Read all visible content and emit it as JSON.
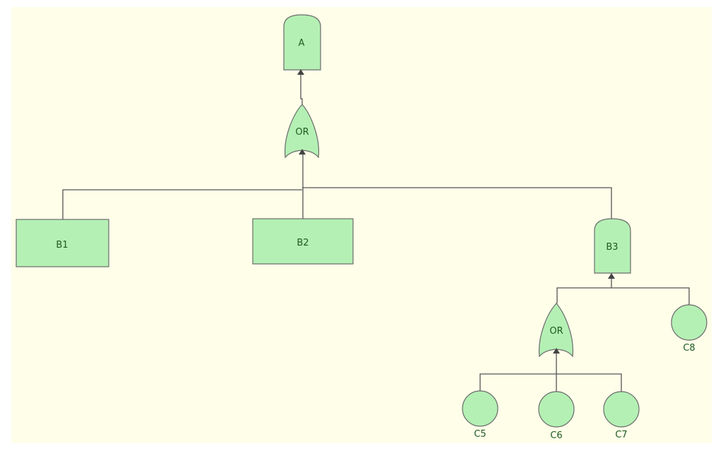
{
  "diagram": {
    "type": "fault-tree",
    "colors": {
      "canvas": "#fefee9",
      "node_fill": "#b4f0b4",
      "node_stroke": "#6b6b6b",
      "connector": "#555555",
      "label": "#1f5a1f"
    },
    "nodes": {
      "a": {
        "label": "A",
        "shape": "top-event"
      },
      "or_top": {
        "label": "OR",
        "shape": "or-gate"
      },
      "b1": {
        "label": "B1",
        "shape": "rectangle"
      },
      "b2": {
        "label": "B2",
        "shape": "rectangle"
      },
      "b3": {
        "label": "B3",
        "shape": "top-event"
      },
      "or_sub": {
        "label": "OR",
        "shape": "or-gate"
      },
      "c5": {
        "label": "C5",
        "shape": "circle"
      },
      "c6": {
        "label": "C6",
        "shape": "circle"
      },
      "c7": {
        "label": "C7",
        "shape": "circle"
      },
      "c8": {
        "label": "C8",
        "shape": "circle"
      }
    },
    "edges": [
      {
        "from": "or_top",
        "to": "a"
      },
      {
        "from": "b1",
        "to": "or_top"
      },
      {
        "from": "b2",
        "to": "or_top"
      },
      {
        "from": "b3",
        "to": "or_top"
      },
      {
        "from": "or_sub",
        "to": "b3"
      },
      {
        "from": "c8",
        "to": "b3"
      },
      {
        "from": "c5",
        "to": "or_sub"
      },
      {
        "from": "c6",
        "to": "or_sub"
      },
      {
        "from": "c7",
        "to": "or_sub"
      }
    ]
  }
}
